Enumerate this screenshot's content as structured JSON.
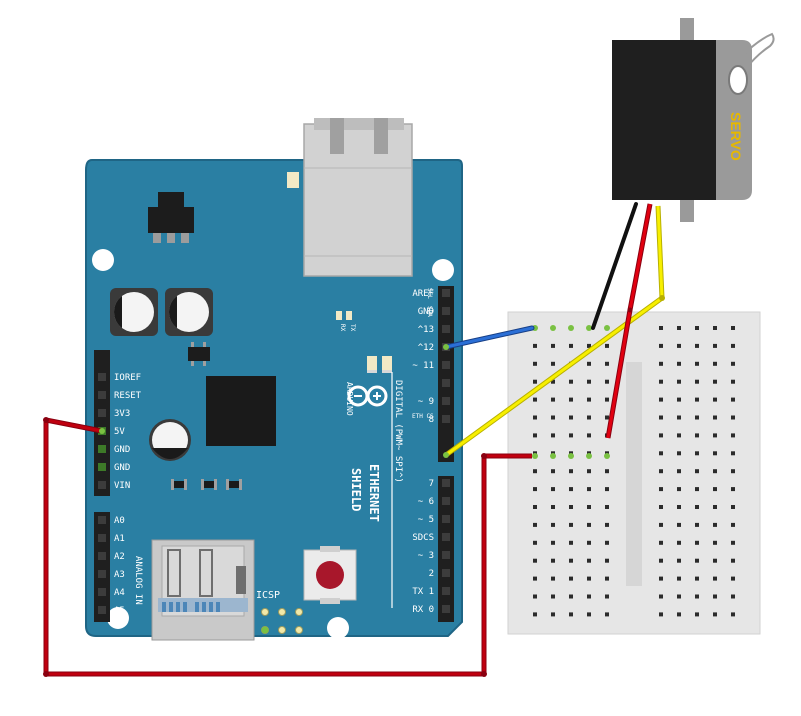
{
  "board": {
    "product_line1": "ETHERNET",
    "product_line2": "SHIELD",
    "brand": "ARDUINO",
    "icsp_label": "ICSP",
    "rx_label": "RX",
    "tx_label": "TX",
    "scl_label": "SCL",
    "sda_label": "SDA",
    "digital_label": "DIGITAL (PWM~ SPI^)",
    "analog_label": "ANALOG IN",
    "eth_cs_label": "ETH CS",
    "left_power_pins": [
      "IOREF",
      "RESET",
      "3V3",
      "5V",
      "GND",
      "GND",
      "VIN"
    ],
    "left_analog_pins": [
      "A0",
      "A1",
      "A2",
      "A3",
      "A4",
      "A5"
    ],
    "right_upper_pins": [
      "AREF",
      "GND",
      "^13",
      "^12",
      "~ 11",
      "",
      "~ 9",
      "8"
    ],
    "right_lower_pins": [
      "7",
      "~ 6",
      "~ 5",
      "SDCS",
      "~ 3",
      "2",
      "TX 1",
      "RX 0"
    ]
  },
  "servo": {
    "label": "SERVO"
  },
  "colors": {
    "board": "#2a7fa3",
    "board_edge": "#1f6585",
    "wire_red": "#c0000f",
    "wire_blue": "#1f5fbf",
    "wire_yellow": "#f7ef00",
    "wire_black": "#111111",
    "servo_body": "#1f1f1f",
    "servo_horn": "#9a9a9a",
    "breadboard": "#e6e6e6"
  }
}
